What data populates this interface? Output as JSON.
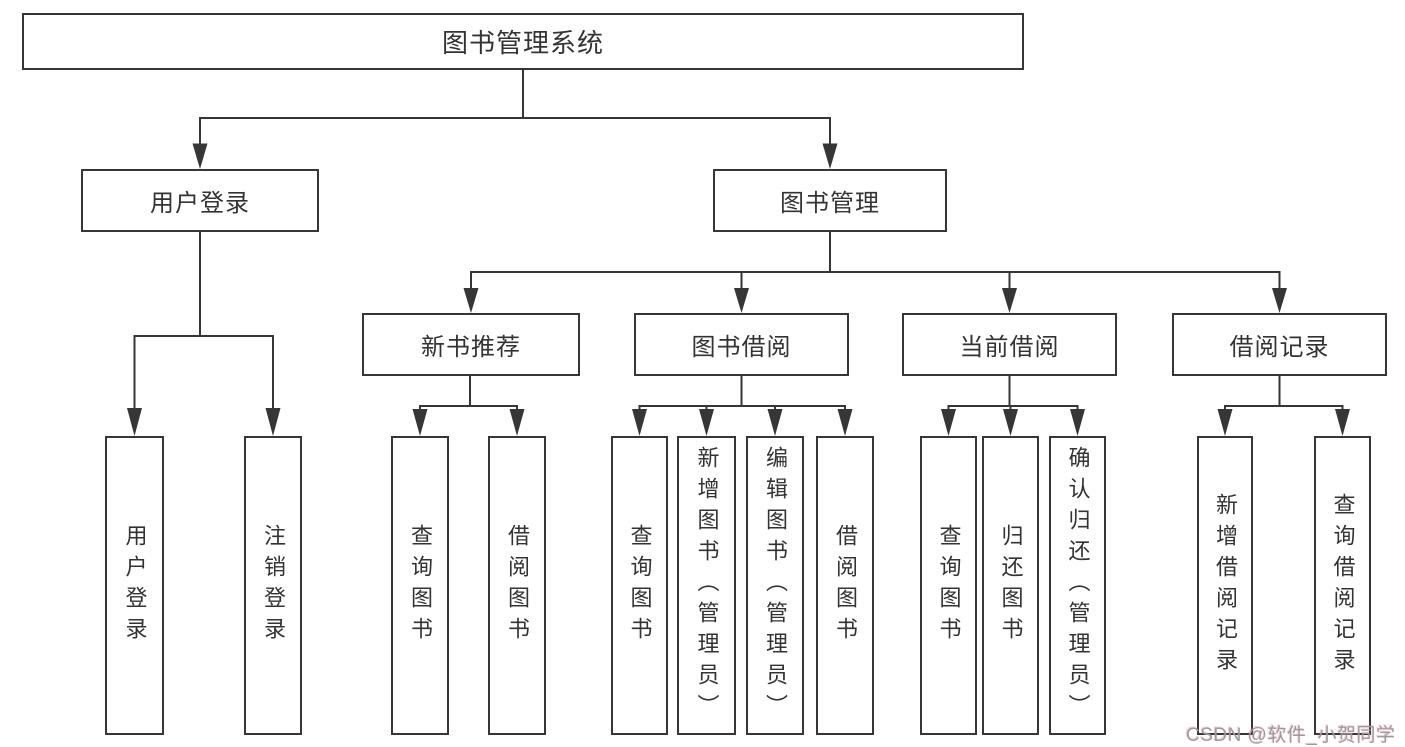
{
  "title": "图书管理系统",
  "nodes": {
    "user_login": "用户登录",
    "book_mgmt": "图书管理",
    "new_books": "新书推荐",
    "book_borrow": "图书借阅",
    "current_borrow": "当前借阅",
    "borrow_records": "借阅记录"
  },
  "leaves": {
    "user_login": [
      "用户登录",
      "注销登录"
    ],
    "new_books": [
      "查询图书",
      "借阅图书"
    ],
    "book_borrow": [
      "查询图书",
      "新增图书（管理员）",
      "编辑图书（管理员）",
      "借阅图书"
    ],
    "current_borrow": [
      "查询图书",
      "归还图书",
      "确认归还（管理员）"
    ],
    "borrow_records": [
      "新增借阅记录",
      "查询借阅记录"
    ]
  },
  "watermark": {
    "text": "CSDN @软件_小贺同学"
  },
  "colors": {
    "line": "#363636",
    "box_border": "#363636",
    "box_fill": "#ffffff",
    "text": "#333333",
    "watermark": "#9c9c9c"
  }
}
